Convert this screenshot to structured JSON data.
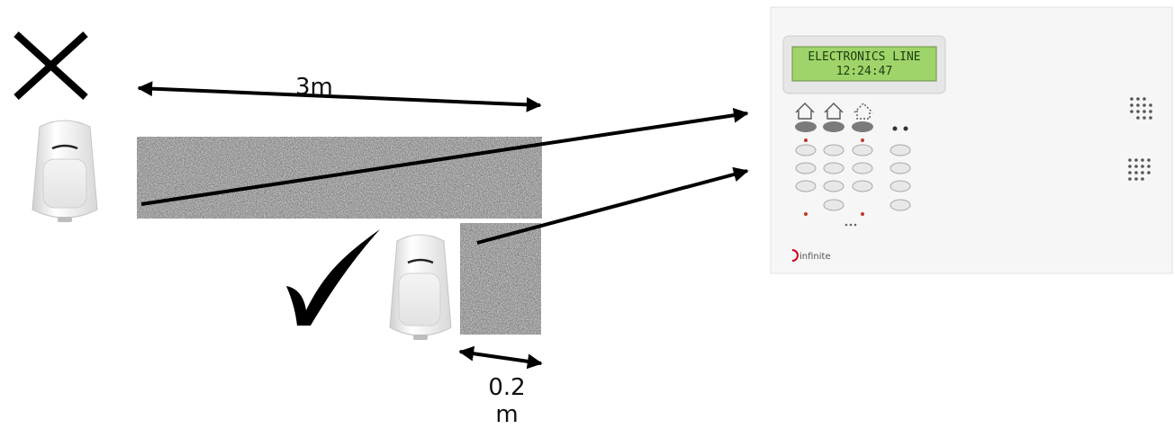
{
  "distance_far": "3m",
  "distance_near_line1": "0.2",
  "distance_near_line2": "m",
  "keypad": {
    "display_line1": "ELECTRONICS LINE",
    "display_line2": "12:24:47",
    "brand": "infinite"
  },
  "icons": {
    "wrong": "cross-icon",
    "right": "checkmark-icon",
    "sensor": "motion-sensor-icon"
  },
  "colors": {
    "arrow": "#000000",
    "lcd": "#9fd46a",
    "panel": "#f6f6f6"
  }
}
